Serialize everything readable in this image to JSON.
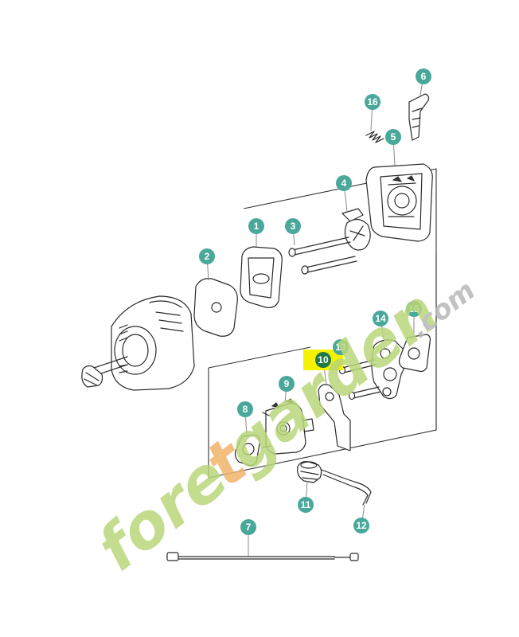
{
  "diagram": {
    "accent_color": "#4aa89b",
    "highlight_color": "#f5f200",
    "highlight_circle_color": "#1f7a4a",
    "callouts": [
      {
        "id": "c1",
        "label": "1"
      },
      {
        "id": "c2",
        "label": "2"
      },
      {
        "id": "c3",
        "label": "3"
      },
      {
        "id": "c4",
        "label": "4"
      },
      {
        "id": "c5",
        "label": "5"
      },
      {
        "id": "c6",
        "label": "6"
      },
      {
        "id": "c7",
        "label": "7"
      },
      {
        "id": "c8",
        "label": "8"
      },
      {
        "id": "c9",
        "label": "9"
      },
      {
        "id": "c10",
        "label": "10",
        "highlighted": true
      },
      {
        "id": "c11",
        "label": "11"
      },
      {
        "id": "c12",
        "label": "12"
      },
      {
        "id": "c13",
        "label": "13"
      },
      {
        "id": "c14",
        "label": "14"
      },
      {
        "id": "c15",
        "label": "15"
      },
      {
        "id": "c16",
        "label": "16"
      }
    ]
  },
  "watermark": {
    "text_fore": "fore",
    "text_t": "t",
    "text_garden": "garden",
    "text_com": ".com",
    "colors": {
      "green": "#b9d67a",
      "orange": "#f2b56a",
      "gray": "#b8b8b8"
    }
  }
}
